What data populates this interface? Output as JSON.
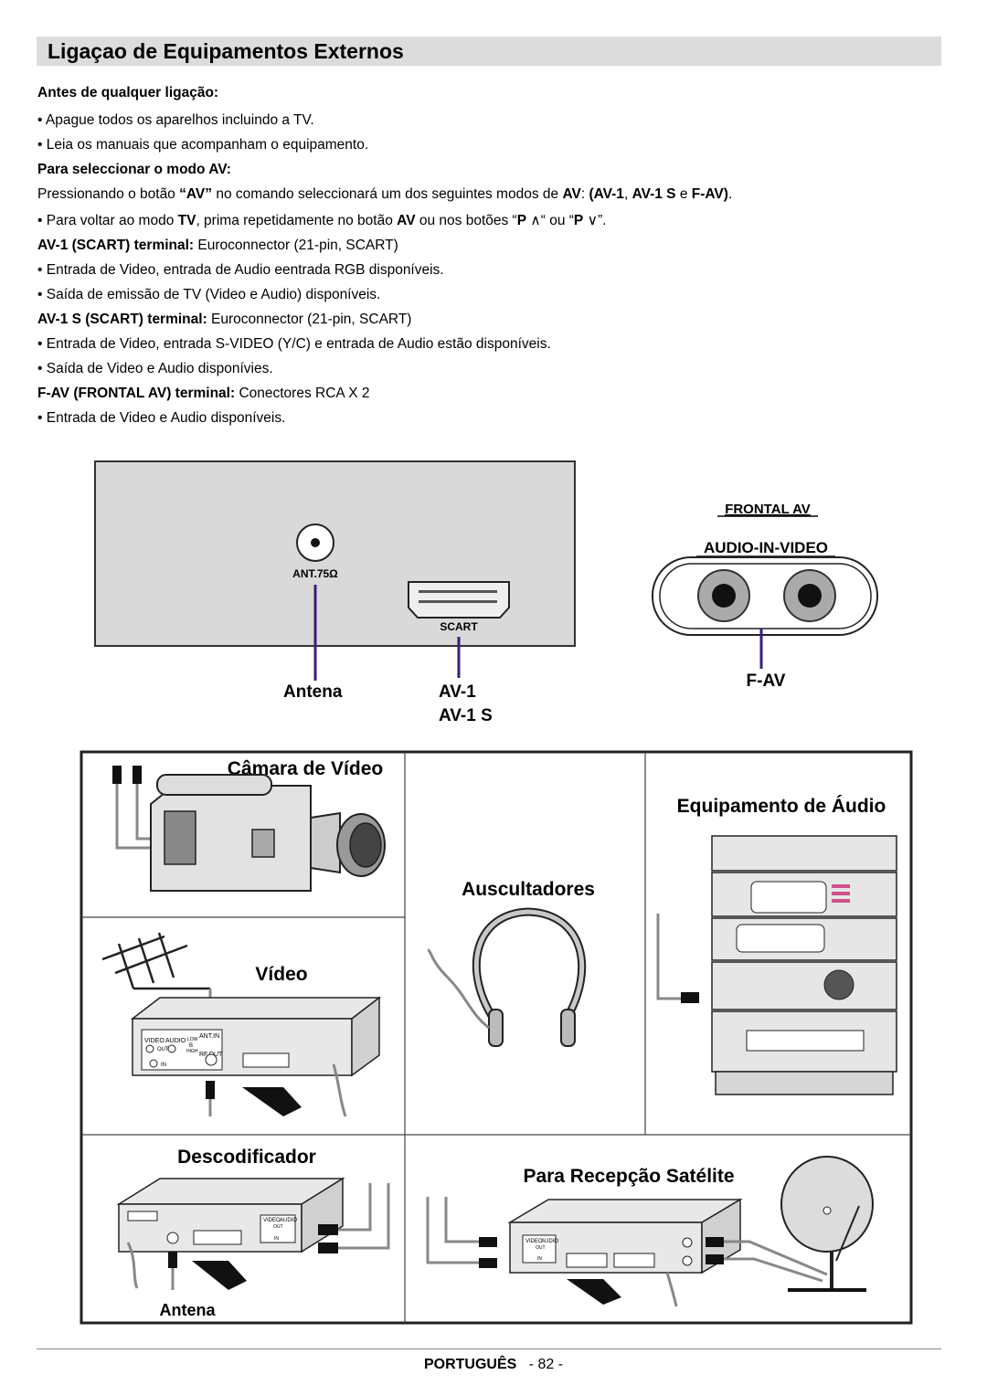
{
  "title": "Ligaçao de Equipamentos Externos",
  "intro": {
    "heading": "Antes de qualquer ligação:",
    "bullets": [
      "• Apague todos os aparelhos incluindo a TV.",
      "• Leia os manuais que acompanham o equipamento."
    ]
  },
  "av_mode": {
    "heading": "Para seleccionar o modo AV:",
    "line1": {
      "a": "Pressionando o botão ",
      "b": "“AV”",
      "c": " no comando seleccionará um dos seguintes modos de ",
      "d": "AV",
      "e": ": ",
      "f": "(AV-1",
      "g": ", ",
      "h": "AV-1 S",
      "i": " e ",
      "j": "F-AV)",
      "k": "."
    },
    "line2": {
      "a": "• Para voltar ao modo ",
      "b": "TV",
      "c": ", prima repetidamente no botão ",
      "d": "AV",
      "e": " ou nos botões “",
      "f": "P",
      "g": "∧",
      "h": "“ ou “",
      "i": "P",
      "j": "∨",
      "k": "”."
    }
  },
  "terminals": [
    {
      "label": "AV-1 (SCART) terminal:",
      "desc": " Euroconnector (21-pin, SCART)",
      "bullets": [
        "• Entrada de Video, entrada de Audio eentrada RGB disponíveis.",
        "• Saída de emissão de TV (Video e Audio) disponíveis."
      ]
    },
    {
      "label": "AV-1 S (SCART) terminal:",
      "desc": " Euroconnector (21-pin, SCART)",
      "bullets": [
        "• Entrada de Video, entrada S-VIDEO (Y/C) e entrada de Audio estão disponíveis.",
        "• Saída de Video e Audio disponívies."
      ]
    },
    {
      "label": "F-AV (FRONTAL AV) terminal:",
      "desc": " Conectores RCA X 2",
      "bullets": [
        "• Entrada de Video e Audio disponíveis."
      ]
    }
  ],
  "panel": {
    "ant_label": "ANT.75Ω",
    "scart_label": "SCART",
    "antena": "Antena",
    "av1": "AV-1",
    "av1s": "AV-1 S",
    "frontal_title": "FRONTAL AV",
    "audio_in_video": "AUDIO-IN-VIDEO",
    "fav": "F-AV"
  },
  "devices": {
    "camera": "Câmara de Vídeo",
    "audio_equipment": "Equipamento de Áudio",
    "headphones": "Auscultadores",
    "video": "Vídeo",
    "decoder": "Descodificador",
    "satellite": "Para Recepção Satélite",
    "antenna": "Antena",
    "vcr_labels": {
      "video": "VIDEO",
      "audio": "AUDIO",
      "ant_in": "ANT.IN",
      "rf_out": "RF.OUT",
      "out": "OUT",
      "in": "IN",
      "low": "LOW",
      "high": "HIGH",
      "b": "B"
    }
  },
  "footer": {
    "language": "PORTUGUÊS",
    "page": "- 82 -"
  }
}
